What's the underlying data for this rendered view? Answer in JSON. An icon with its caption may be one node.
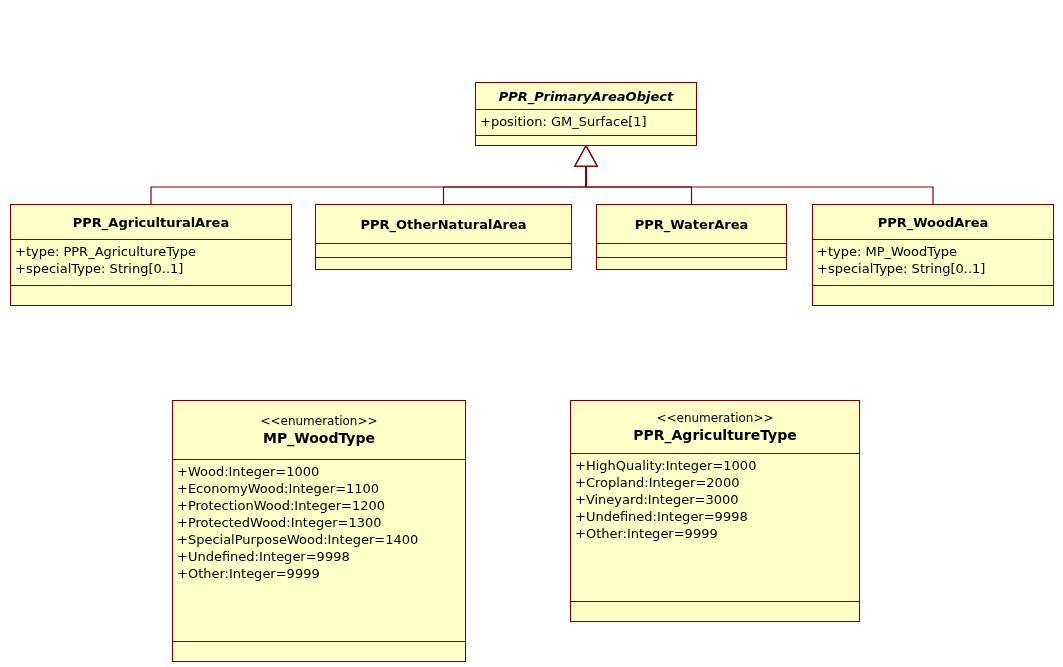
{
  "diagram": {
    "nodes": [
      {
        "text": [
          "PPR_PrimaryAreaObject",
          "+position: GM_Surface[1]"
        ]
      },
      {
        "text": [
          "PPR_AgriculturalArea",
          "+type: PPR_AgricultureType",
          "+specialType: String[0..1]"
        ]
      },
      {
        "text": [
          "PPR_OtherNaturalArea"
        ]
      },
      {
        "text": [
          "PPR_WaterArea"
        ]
      },
      {
        "text": [
          "PPR_WoodArea",
          "+type: MP_WoodType",
          "+specialType: String[0..1]"
        ]
      },
      {
        "text": [
          "<<enumeration>>",
          "MP_WoodType",
          "+Wood:Integer=1000",
          "+EconomyWood:Integer=1100",
          "+ProtectionWood:Integer=1200",
          "+ProtectedWood:Integer=1300",
          "+SpecialPurposeWood:Integer=1400",
          "+Undefined:Integer=9998",
          "+Other:Integer=9999"
        ]
      },
      {
        "text": [
          "<<enumeration>>",
          "PPR_AgricultureType",
          "+HighQuality:Integer=1000",
          "+Cropland:Integer=2000",
          "+Vineyard:Integer=3000",
          "+Undefined:Integer=9998",
          "+Other:Integer=9999"
        ]
      }
    ],
    "edges": [
      {
        "from": 1,
        "to": 0,
        "arrow": "to"
      },
      {
        "from": 2,
        "to": 0,
        "arrow": "to"
      },
      {
        "from": 3,
        "to": 0,
        "arrow": "to"
      },
      {
        "from": 4,
        "to": 0,
        "arrow": "to"
      }
    ]
  }
}
